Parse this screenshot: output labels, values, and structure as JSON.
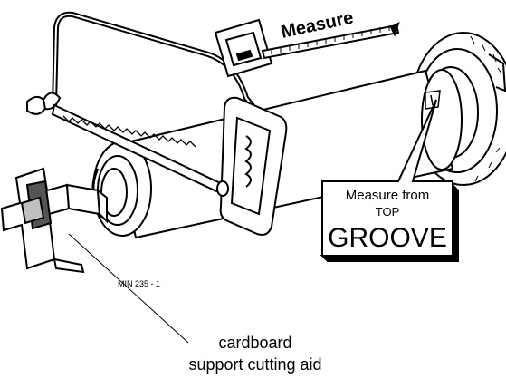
{
  "labels": {
    "measure": "Measure",
    "measure_from": "Measure from",
    "top": "TOP",
    "groove": "GROOVE",
    "part_number": "MIN 235 - 1",
    "cardboard_line1": "cardboard",
    "cardboard_line2": "support cutting aid"
  },
  "colors": {
    "ink": "#000000",
    "paper": "#ffffff",
    "shade": "#555555",
    "light_shade": "#bfbfbf"
  }
}
